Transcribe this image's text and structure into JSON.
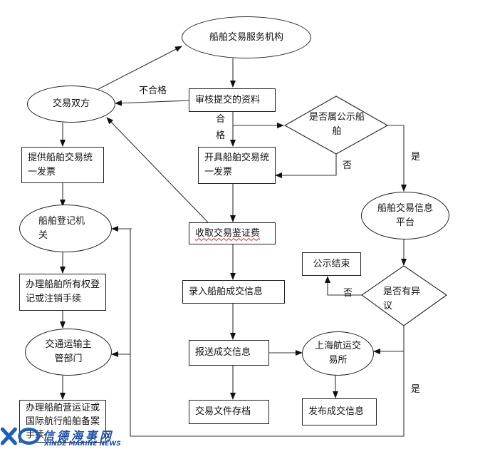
{
  "nodes": {
    "service_agency": "船舶交易服务机构",
    "trading_parties": "交易双方",
    "review_docs": "审核提交的资料",
    "is_public_ship": "是否属公示船舶",
    "invoice_left": "提供船舶交易统一发票",
    "invoice_center": "开具船舶交易统一发票",
    "ship_registry": "船舶登记机关",
    "collect_fee": "收取交易鉴证费",
    "info_platform": "船舶交易信息平台",
    "publicity_end": "公示结束",
    "has_objection": "是否有异议",
    "ownership_reg": "办理船舶所有权登记或注销手续",
    "enter_info": "录入船舶成交信息",
    "transport_dept": "交通运输主管部门",
    "report_info": "报送成交信息",
    "shanghai_exchange": "上海航运交易所",
    "operating_cert": "办理船舶营运证或国际航行船舶备案手续",
    "archive": "交易文件存档",
    "publish_info": "发布成交信息"
  },
  "labels": {
    "unqualified": "不合格",
    "qualified_1": "合",
    "qualified_2": "格",
    "no_public": "否",
    "yes_public": "是",
    "no_objection": "否",
    "yes_objection": "是"
  },
  "watermark": {
    "cn": "信德海事网",
    "en": "XINDE MARINE NEWS"
  }
}
